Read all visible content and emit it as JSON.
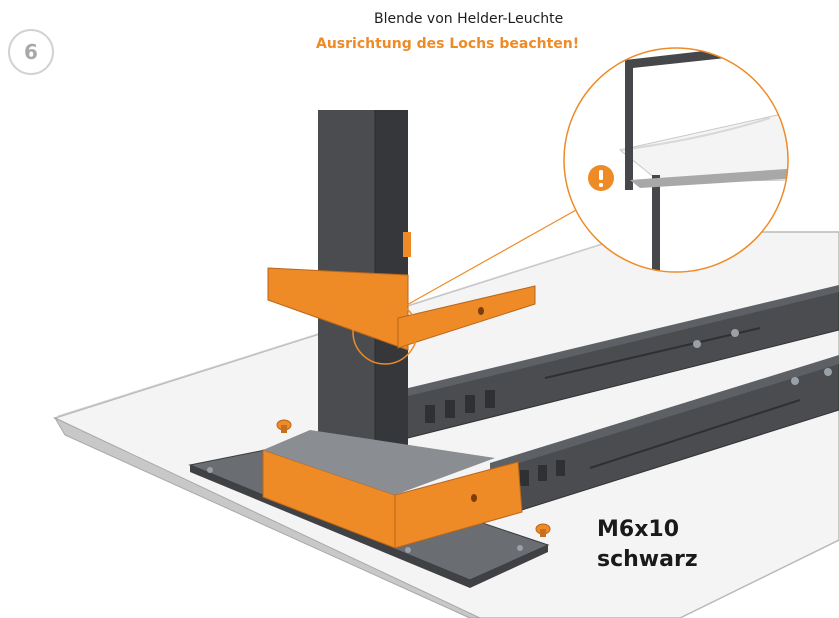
{
  "step": {
    "number": "6"
  },
  "detail": {
    "caption": "Blende von Helder-Leuchte",
    "warning": "Ausrichtung des Lochs beachten!"
  },
  "screw": {
    "line1": "M6x10",
    "line2": "schwarz"
  },
  "colors": {
    "accent": "#ee8b27",
    "steel": "#4a4c4f",
    "steel_dark": "#3a3c3f",
    "steel_light": "#62656a",
    "tabletop": "#f4f4f4"
  },
  "icons": {
    "warning": "exclamation-icon"
  }
}
